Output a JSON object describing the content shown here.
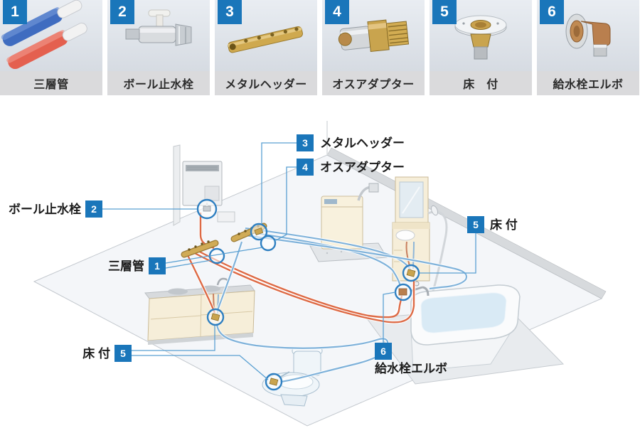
{
  "colors": {
    "badge_blue": "#1a76ba",
    "callout_line_blue": "#5aa0d2",
    "highlight_ring_blue": "#2e7fc1",
    "pipe_hot_red": "#dd6a45",
    "pipe_cold_blue": "#7fb2da",
    "brass_gold": "#c9a44e",
    "card_label_bg": "#dadadc"
  },
  "cards": [
    {
      "number": "1",
      "label": "三層管",
      "icon": "three-layer-pipe-photo"
    },
    {
      "number": "2",
      "label": "ボール止水栓",
      "icon": "ball-stop-valve-photo"
    },
    {
      "number": "3",
      "label": "メタルヘッダー",
      "icon": "metal-header-photo"
    },
    {
      "number": "4",
      "label": "オスアダプター",
      "icon": "male-adapter-photo"
    },
    {
      "number": "5",
      "label": "床　付",
      "icon": "floor-mount-photo"
    },
    {
      "number": "6",
      "label": "給水栓エルボ",
      "icon": "faucet-elbow-photo"
    }
  ],
  "diagram": {
    "callouts": {
      "ball_valve": {
        "number": "2",
        "label": "ボール止水栓"
      },
      "metal_header": {
        "number": "3",
        "label": "メタルヘッダー"
      },
      "male_adapter": {
        "number": "4",
        "label": "オスアダプター"
      },
      "pipe": {
        "number": "1",
        "label": "三層管"
      },
      "floor_right": {
        "number": "5",
        "label": "床 付"
      },
      "floor_left": {
        "number": "5",
        "label": "床 付"
      },
      "elbow": {
        "number": "6",
        "label": "給水栓エルボ"
      }
    }
  }
}
